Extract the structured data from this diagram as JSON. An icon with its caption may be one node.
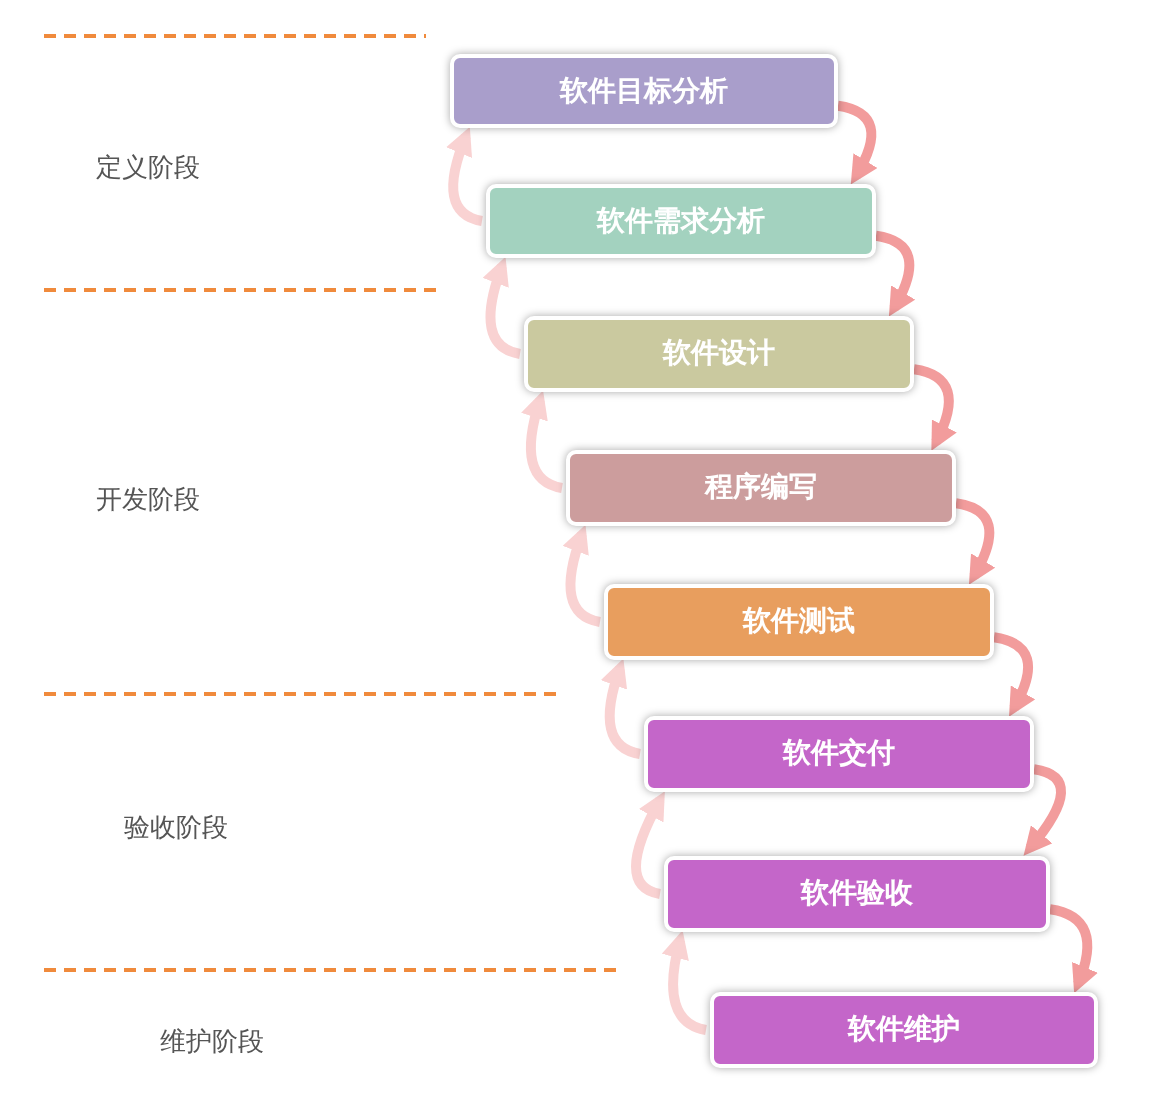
{
  "diagram": {
    "nodes": [
      {
        "text": [
          "软件目标分析"
        ]
      },
      {
        "text": [
          "软件需求分析"
        ]
      },
      {
        "text": [
          "软件设计"
        ]
      },
      {
        "text": [
          "程序编写"
        ]
      },
      {
        "text": [
          "软件测试"
        ]
      },
      {
        "text": [
          "软件交付"
        ]
      },
      {
        "text": [
          "软件验收"
        ]
      },
      {
        "text": [
          "软件维护"
        ]
      }
    ],
    "edges": [
      {
        "from": 0,
        "to": 1,
        "arrow": "to"
      },
      {
        "from": 1,
        "to": 2,
        "arrow": "to"
      },
      {
        "from": 2,
        "to": 3,
        "arrow": "to"
      },
      {
        "from": 3,
        "to": 4,
        "arrow": "to"
      },
      {
        "from": 4,
        "to": 5,
        "arrow": "to"
      },
      {
        "from": 5,
        "to": 6,
        "arrow": "to"
      },
      {
        "from": 6,
        "to": 7,
        "arrow": "to"
      },
      {
        "from": 1,
        "to": 0,
        "arrow": "to",
        "color": "#f9d2d2"
      },
      {
        "from": 2,
        "to": 1,
        "arrow": "to",
        "color": "#f9d2d2"
      },
      {
        "from": 3,
        "to": 2,
        "arrow": "to",
        "color": "#f9d2d2"
      },
      {
        "from": 4,
        "to": 3,
        "arrow": "to",
        "color": "#f9d2d2"
      },
      {
        "from": 5,
        "to": 4,
        "arrow": "to",
        "color": "#f9d2d2"
      },
      {
        "from": 6,
        "to": 5,
        "arrow": "to",
        "color": "#f9d2d2"
      },
      {
        "from": 7,
        "to": 6,
        "arrow": "to",
        "color": "#f9d2d2"
      }
    ],
    "labels": [
      "定义阶段",
      "开发阶段",
      "验收阶段",
      "维护阶段"
    ]
  }
}
